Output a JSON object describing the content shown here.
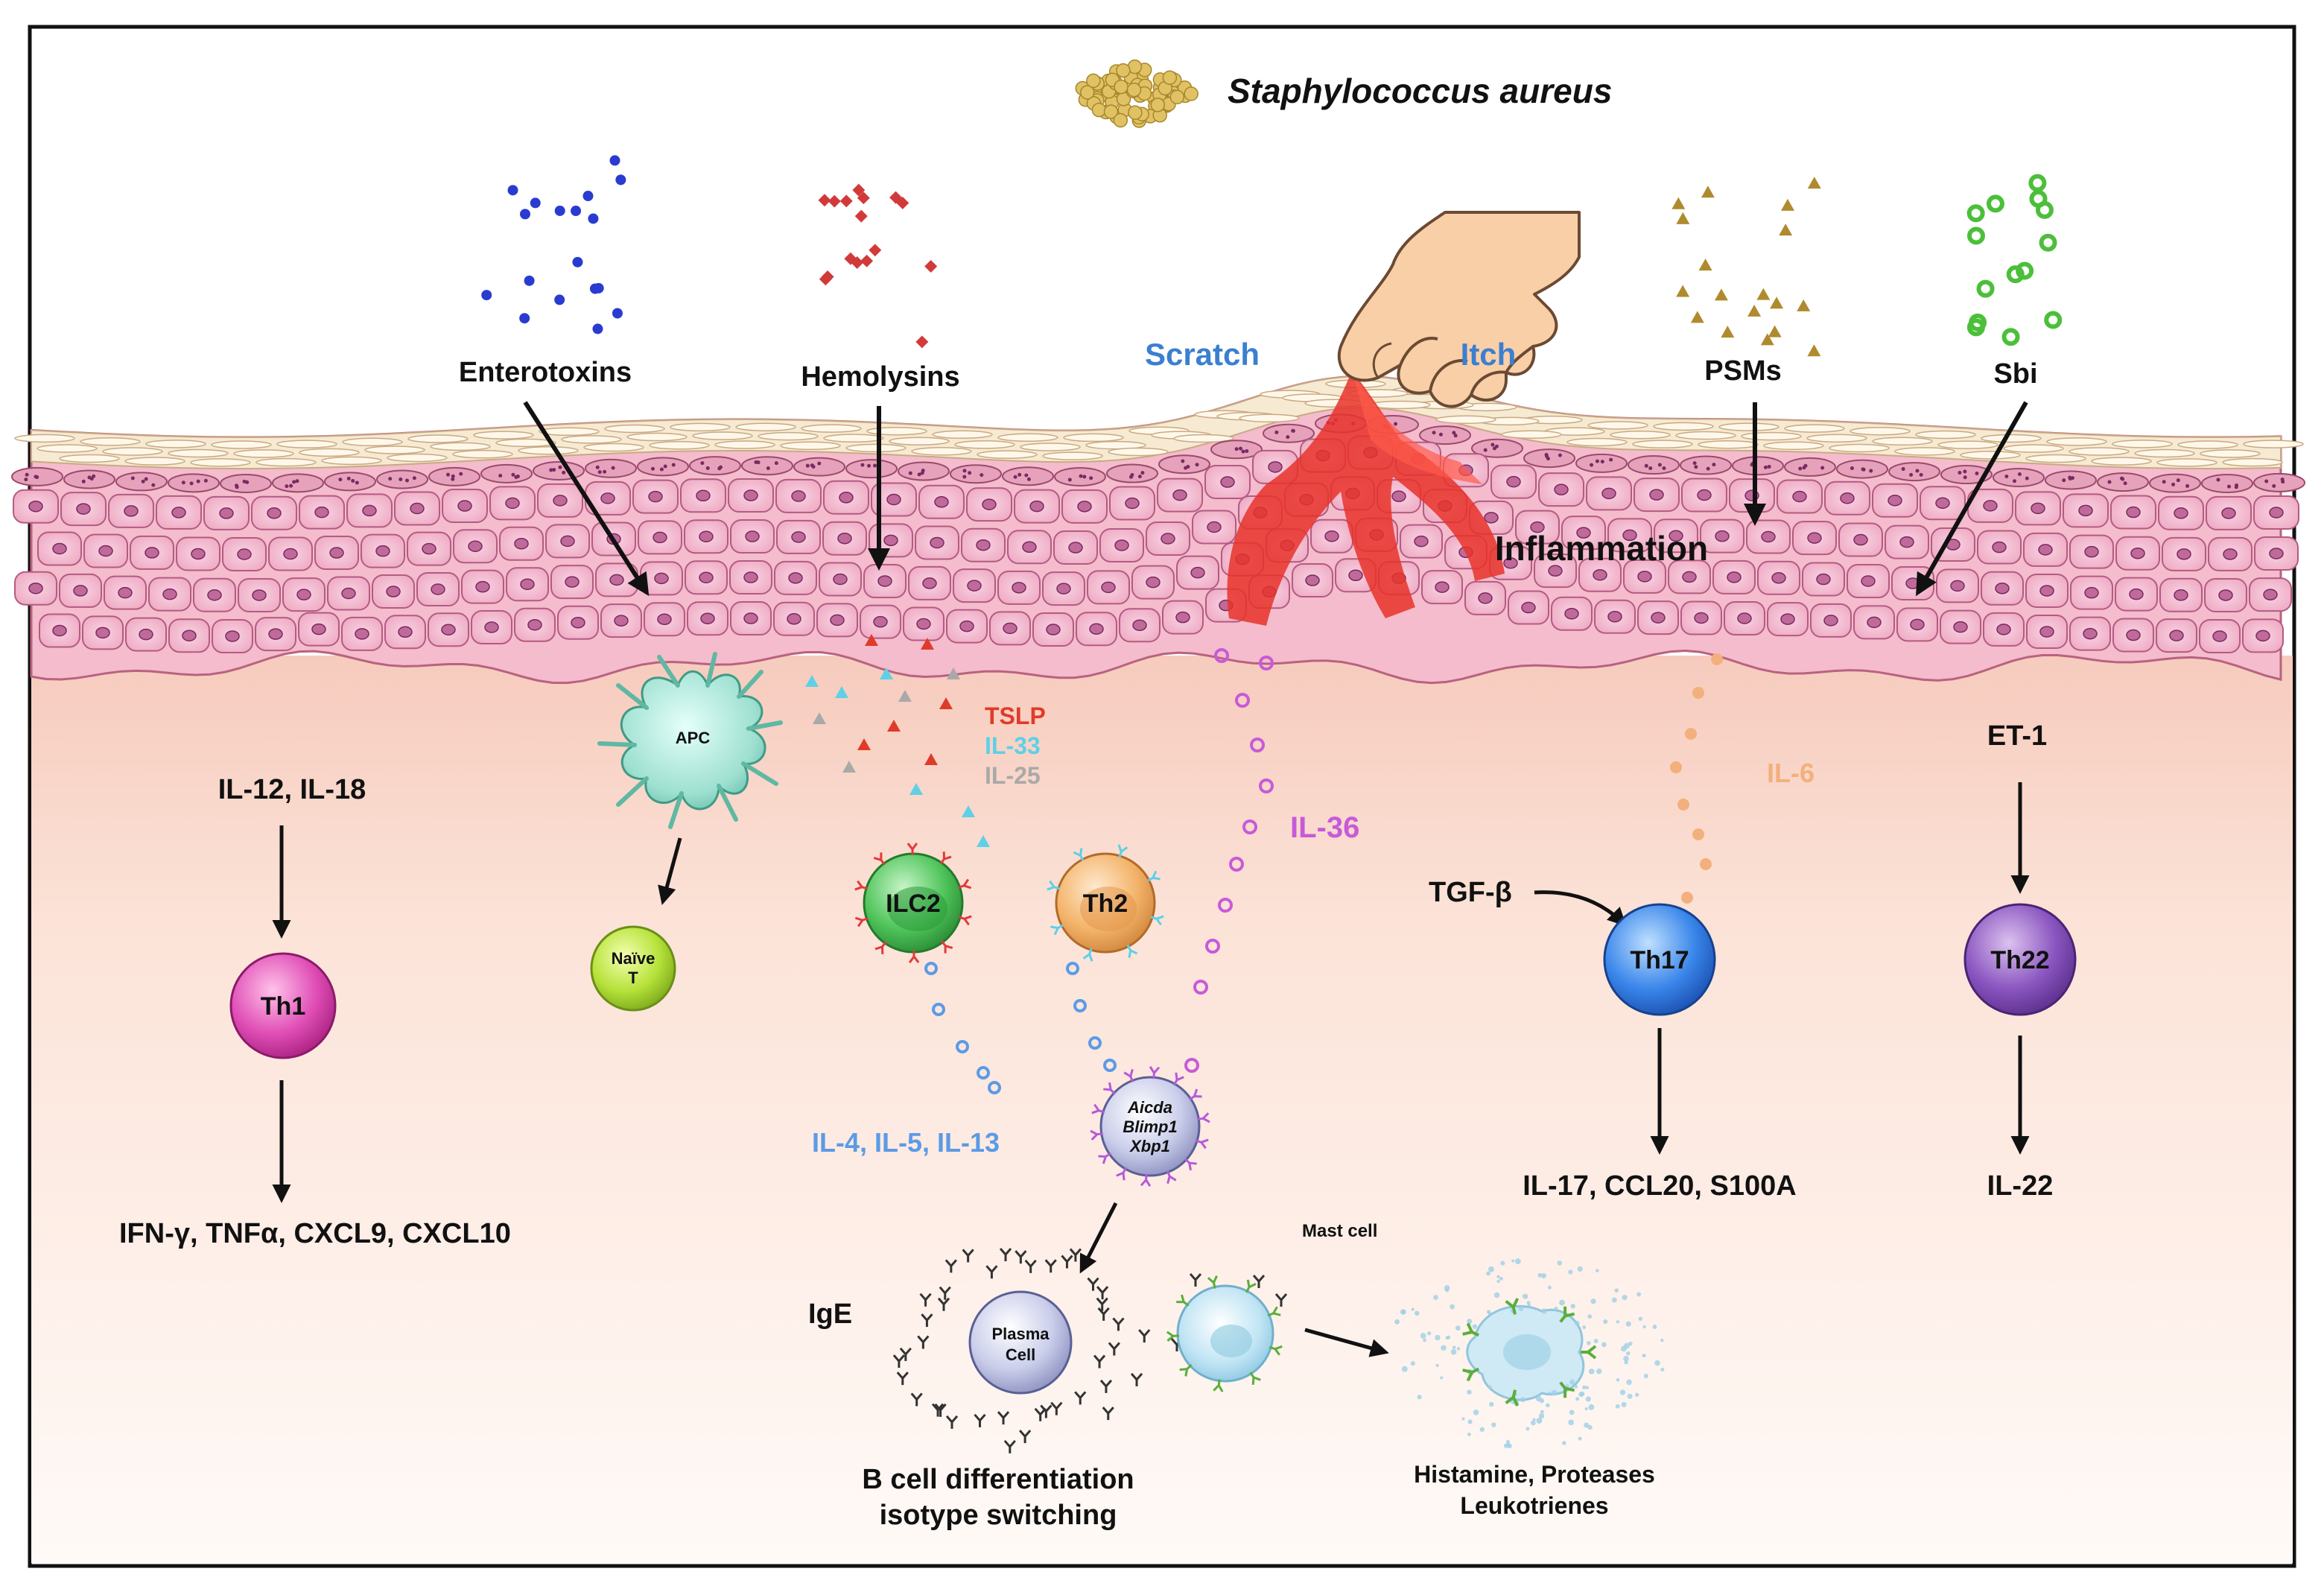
{
  "title": "Staphylococcus aureus",
  "colors": {
    "scratch_itch": "#3b7fd0",
    "tslp": "#e03b2a",
    "il33": "#5fd0e6",
    "il25": "#a9a9a9",
    "il36": "#c85ad8",
    "il6": "#f3b07c",
    "il4_5_13": "#5b9be6",
    "enterotoxin_dots": "#2a3bd0",
    "hemolysin_dots": "#d23a3a",
    "psm_dots": "#b08a2e",
    "sbi_dots": "#4cbf3a",
    "skin_pink": "#f2b8cc",
    "skin_dark": "#c96a8a",
    "dermis": "#fce6dc"
  },
  "toxins": {
    "enterotoxins": "Enterotoxins",
    "hemolysins": "Hemolysins",
    "psms": "PSMs",
    "sbi": "Sbi"
  },
  "actions": {
    "scratch": "Scratch",
    "itch": "Itch",
    "inflammation": "Inflammation"
  },
  "cytokines": {
    "tslp": "TSLP",
    "il33": "IL-33",
    "il25": "IL-25",
    "il36": "IL-36",
    "il6": "IL-6",
    "il12_18": "IL-12, IL-18",
    "tgfb": "TGF-β",
    "et1": "ET-1",
    "il4_5_13": "IL-4, IL-5, IL-13"
  },
  "cells": {
    "apc": "APC",
    "naive_line1": "Naïve",
    "naive_line2": "T",
    "ilc2": "ILC2",
    "th2": "Th2",
    "th1": "Th1",
    "th17": "Th17",
    "th22": "Th22",
    "bcell_line1": "Aicda",
    "bcell_line2": "Blimp1",
    "bcell_line3": "Xbp1",
    "plasma_line1": "Plasma",
    "plasma_line2": "Cell",
    "mast": "Mast cell"
  },
  "outputs": {
    "th1": "IFN-γ, TNFα, CXCL9, CXCL10",
    "th17": "IL-17, CCL20, S100A",
    "th22": "IL-22",
    "ige": "IgE",
    "bcell_line1": "B cell differentiation",
    "bcell_line2": "isotype switching",
    "mast_line1": "Histamine, Proteases",
    "mast_line2": "Leukotrienes"
  }
}
